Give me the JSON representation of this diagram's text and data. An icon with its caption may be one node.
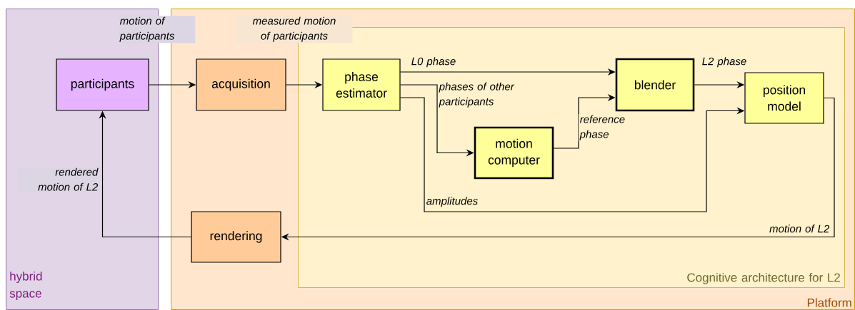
{
  "diagram": {
    "nodes": [
      {
        "text": [
          "hybrid space"
        ]
      },
      {
        "text": [
          "Platform"
        ]
      },
      {
        "text": [
          "Cognitive architecture for L2"
        ],
        "in": 1
      },
      {
        "text": [
          "participants"
        ],
        "in": 0
      },
      {
        "text": [
          "acquisition"
        ],
        "in": 1
      },
      {
        "text": [
          "phase estimator"
        ],
        "in": 2
      },
      {
        "text": [
          "blender"
        ],
        "in": 2
      },
      {
        "text": [
          "motion computer"
        ],
        "in": 2
      },
      {
        "text": [
          "position model"
        ],
        "in": 2
      },
      {
        "text": [
          "rendering"
        ],
        "in": 1
      }
    ],
    "edges": [
      {
        "from": 3,
        "to": 4,
        "arrow": "to",
        "label": "motion of participants"
      },
      {
        "from": 4,
        "to": 5,
        "arrow": "to",
        "label": "measured motion of participants"
      },
      {
        "from": 5,
        "to": 6,
        "arrow": "to",
        "label": "L0 phase"
      },
      {
        "from": 5,
        "to": 7,
        "arrow": "to",
        "label": "phases of other participants"
      },
      {
        "from": 7,
        "to": 6,
        "arrow": "to",
        "label": "reference phase"
      },
      {
        "from": 6,
        "to": 8,
        "arrow": "to",
        "label": "L2 phase"
      },
      {
        "from": 5,
        "to": 8,
        "arrow": "to",
        "label": "amplitudes"
      },
      {
        "from": 8,
        "to": 9,
        "arrow": "to",
        "label": "motion of L2"
      },
      {
        "from": 9,
        "to": 3,
        "arrow": "to",
        "label": "rendered motion of L2"
      }
    ]
  }
}
